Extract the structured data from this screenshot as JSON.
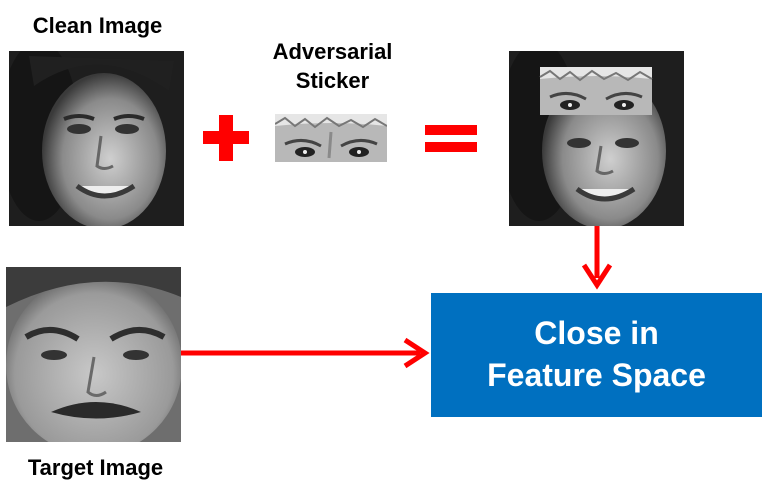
{
  "labels": {
    "clean_image": "Clean Image",
    "adversarial_line1": "Adversarial",
    "adversarial_line2": "Sticker",
    "target_image": "Target Image",
    "plus": "+",
    "equals": "="
  },
  "result_box": {
    "line1": "Close in",
    "line2": "Feature Space"
  },
  "colors": {
    "arrow": "#ff0000",
    "box": "#0070c0",
    "operator": "#ff0000"
  },
  "icons": {
    "clean_photo": "face-photo-icon",
    "sticker": "eyes-sticker-icon",
    "result_photo": "face-with-sticker-icon",
    "target_photo": "face-photo-icon"
  }
}
